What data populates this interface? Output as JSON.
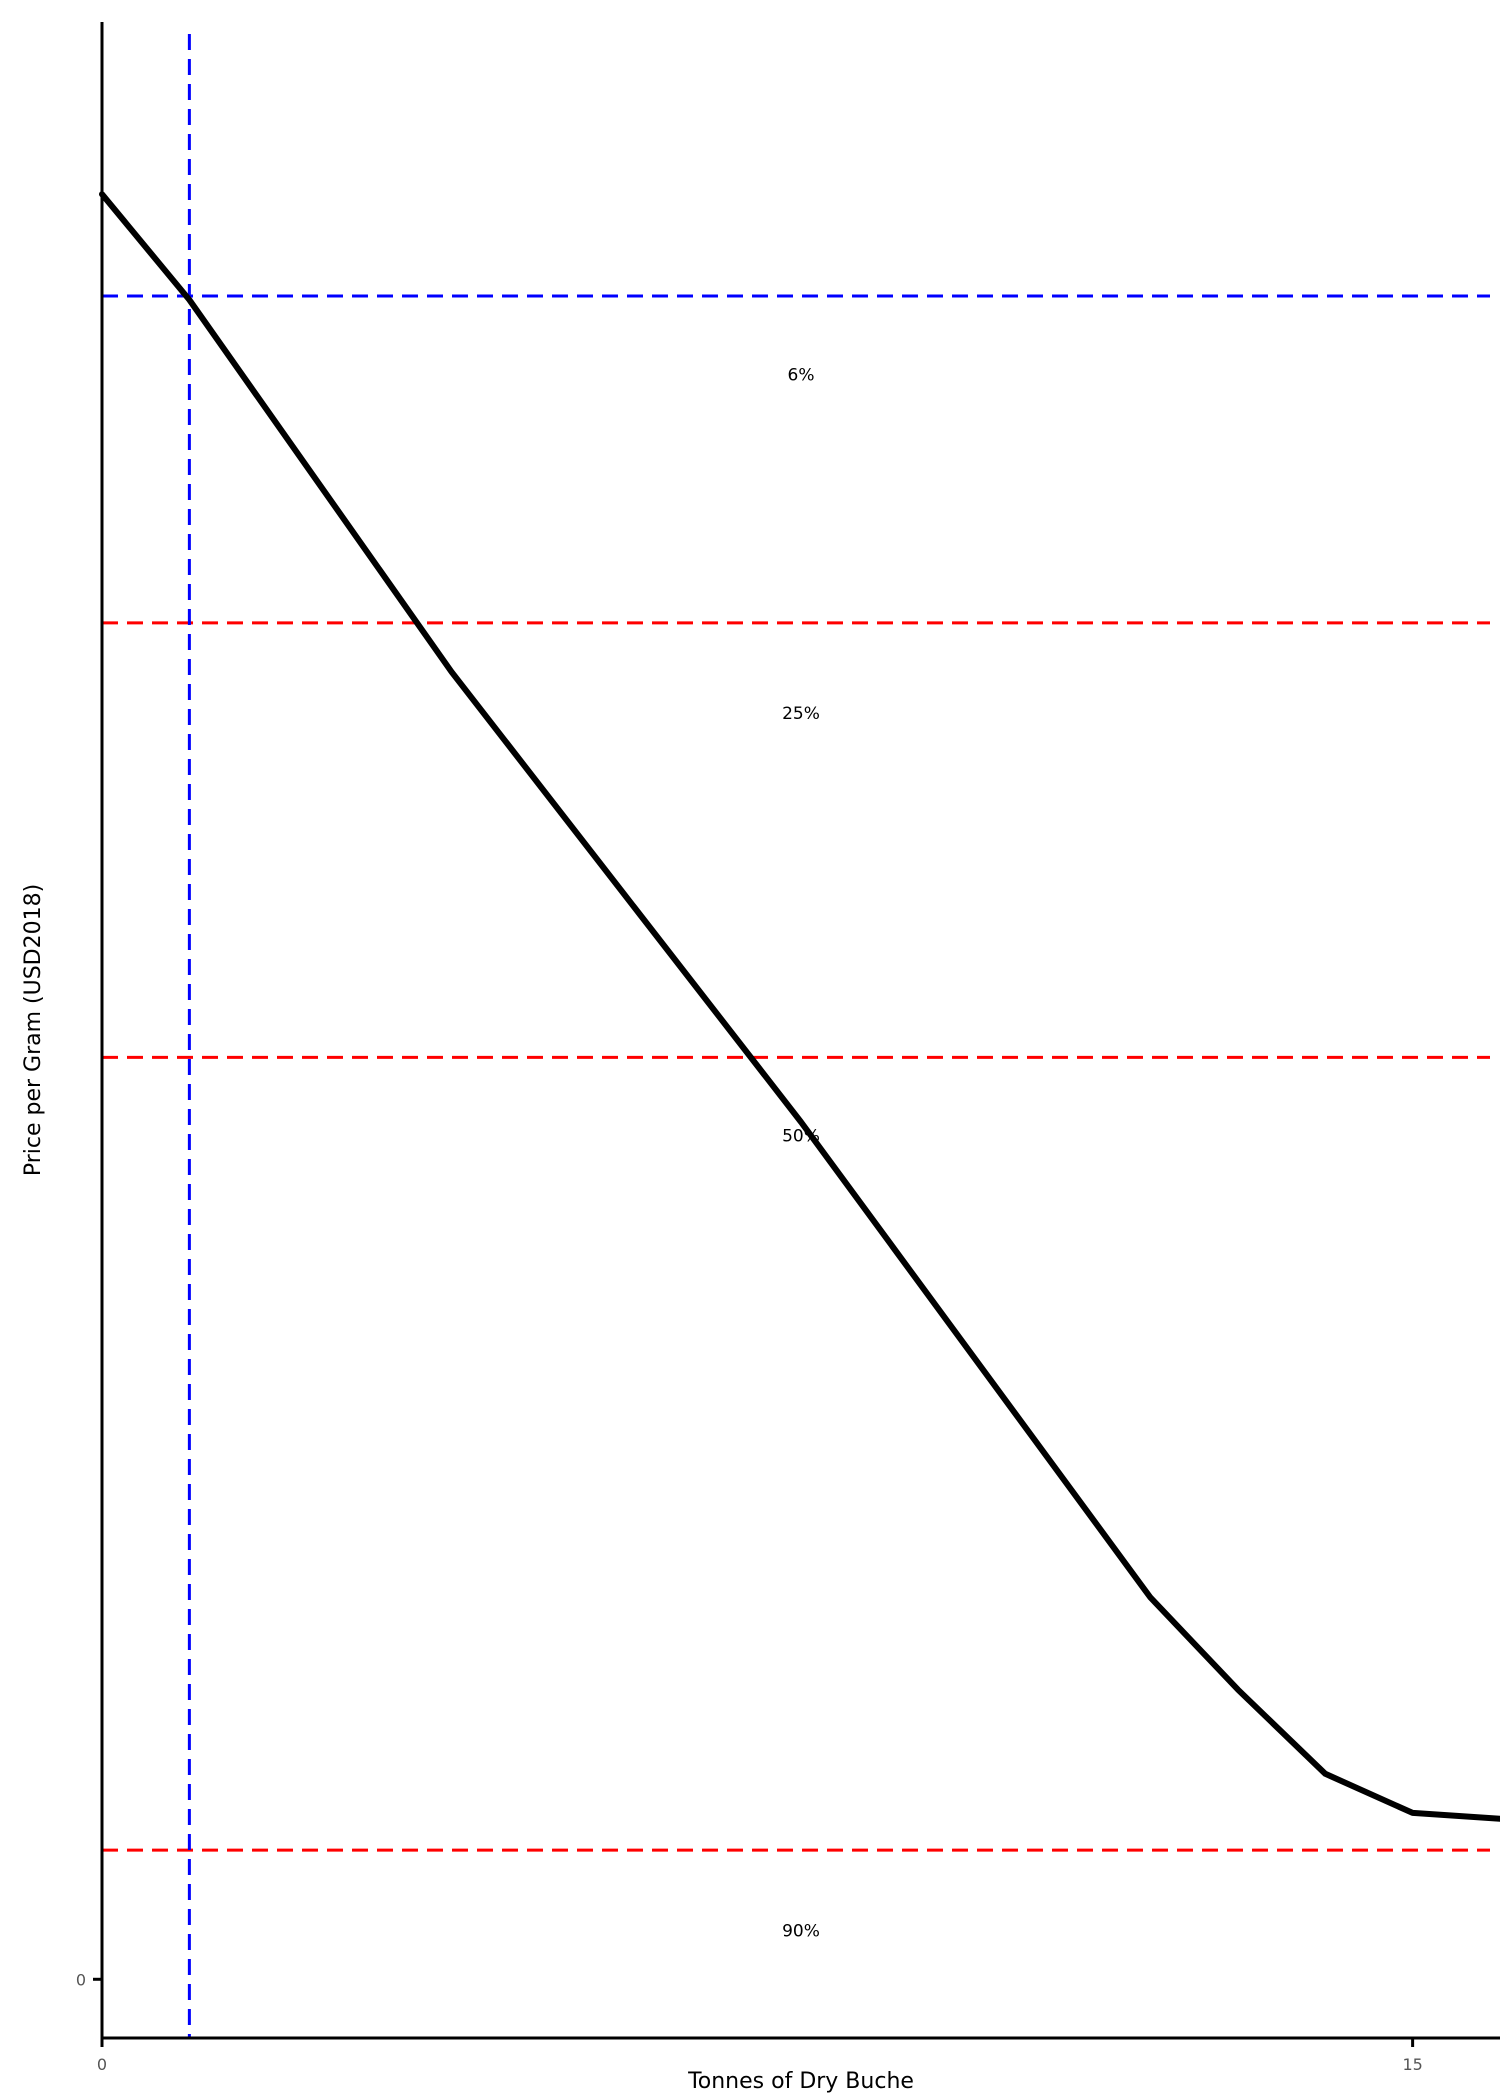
{
  "chart_data": {
    "type": "line",
    "title": "",
    "xlabel": "Tonnes of Dry Buche",
    "ylabel": "Price per Gram (USD2018)",
    "xlim": [
      0,
      16
    ],
    "ylim": [
      -3,
      100
    ],
    "x_ticks": [
      {
        "value": 0,
        "label": "0"
      },
      {
        "value": 15,
        "label": "15"
      }
    ],
    "y_ticks": [
      {
        "value": 0,
        "label": "0"
      }
    ],
    "series": [
      {
        "color": "#000000",
        "points": [
          {
            "x": 0,
            "y": 91.2
          },
          {
            "x": 1,
            "y": 85.8
          },
          {
            "x": 4,
            "y": 66.8
          },
          {
            "x": 8,
            "y": 43.8
          },
          {
            "x": 12,
            "y": 19.5
          },
          {
            "x": 13,
            "y": 14.8
          },
          {
            "x": 14,
            "y": 10.5
          },
          {
            "x": 15,
            "y": 8.5
          },
          {
            "x": 16,
            "y": 8.2
          }
        ]
      }
    ],
    "reference_lines": {
      "vertical": [
        {
          "x": 1,
          "color": "#0000ff",
          "style": "dashed"
        }
      ],
      "horizontal": [
        {
          "y": 86,
          "color": "#0000ff",
          "style": "dashed"
        },
        {
          "y": 69.3,
          "color": "#ff0000",
          "style": "dashed"
        },
        {
          "y": 47.1,
          "color": "#ff0000",
          "style": "dashed"
        },
        {
          "y": 6.6,
          "color": "#ff0000",
          "style": "dashed"
        }
      ]
    },
    "band_labels": [
      {
        "text": "6%",
        "x": 8,
        "y": 82
      },
      {
        "text": "25%",
        "x": 8,
        "y": 64.7
      },
      {
        "text": "50%",
        "x": 8,
        "y": 43.1
      },
      {
        "text": "90%",
        "x": 8,
        "y": 2.5
      }
    ],
    "grid": false,
    "legend": "none"
  }
}
